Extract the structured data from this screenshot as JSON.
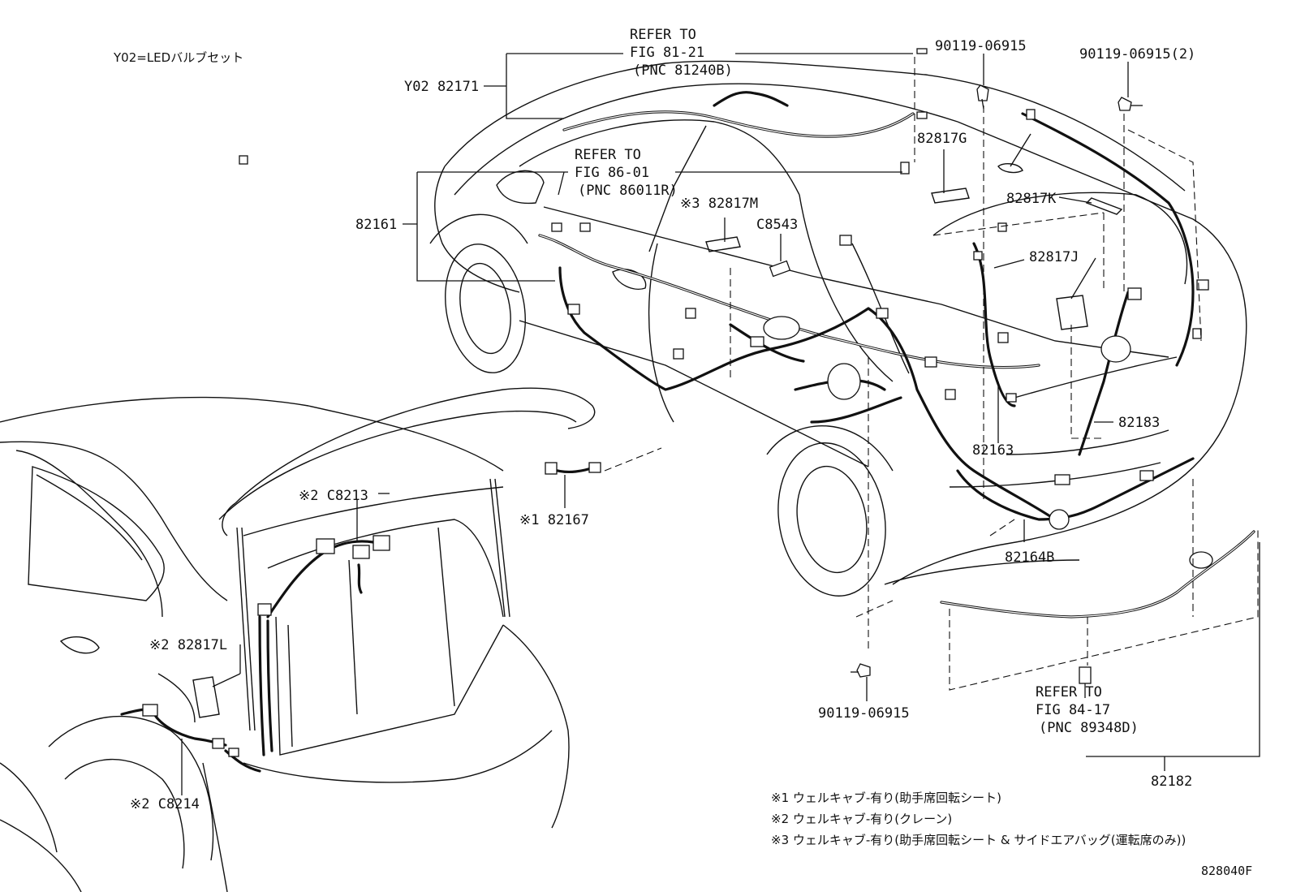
{
  "header": {
    "code_note": "Y02=LEDバルブセット"
  },
  "refs": {
    "fig_81_21": [
      "REFER TO",
      "FIG 81-21",
      "(PNC 81240B)"
    ],
    "fig_86_01": [
      "REFER TO",
      "FIG 86-01",
      "(PNC 86011R)"
    ],
    "fig_84_17": [
      "REFER TO",
      "FIG 84-17",
      "(PNC 89348D)"
    ]
  },
  "parts": {
    "p82171": "Y02 82171",
    "p82161": "82161",
    "p82817m": "※3 82817M",
    "pC8543": "C8543",
    "p82817g": "82817G",
    "p82817k": "82817K",
    "p82817j": "82817J",
    "p90119_top": "90119-06915",
    "p90119_top2": "90119-06915(2)",
    "p82183": "82183",
    "p82163": "82163",
    "p82164b": "82164B",
    "p82167": "※1 82167",
    "pC8213": "※2 C8213",
    "p82817l": "※2 82817L",
    "pC8214": "※2 C8214",
    "p90119_bottom": "90119-06915",
    "p82182": "82182"
  },
  "notes": [
    "※1 ウェルキャブ-有り(助手席回転シート)",
    "※2 ウェルキャブ-有り(クレーン)",
    "※3 ウェルキャブ-有り(助手席回転シート & サイドエアバッグ(運転席のみ))"
  ],
  "figure_id": "828040F"
}
